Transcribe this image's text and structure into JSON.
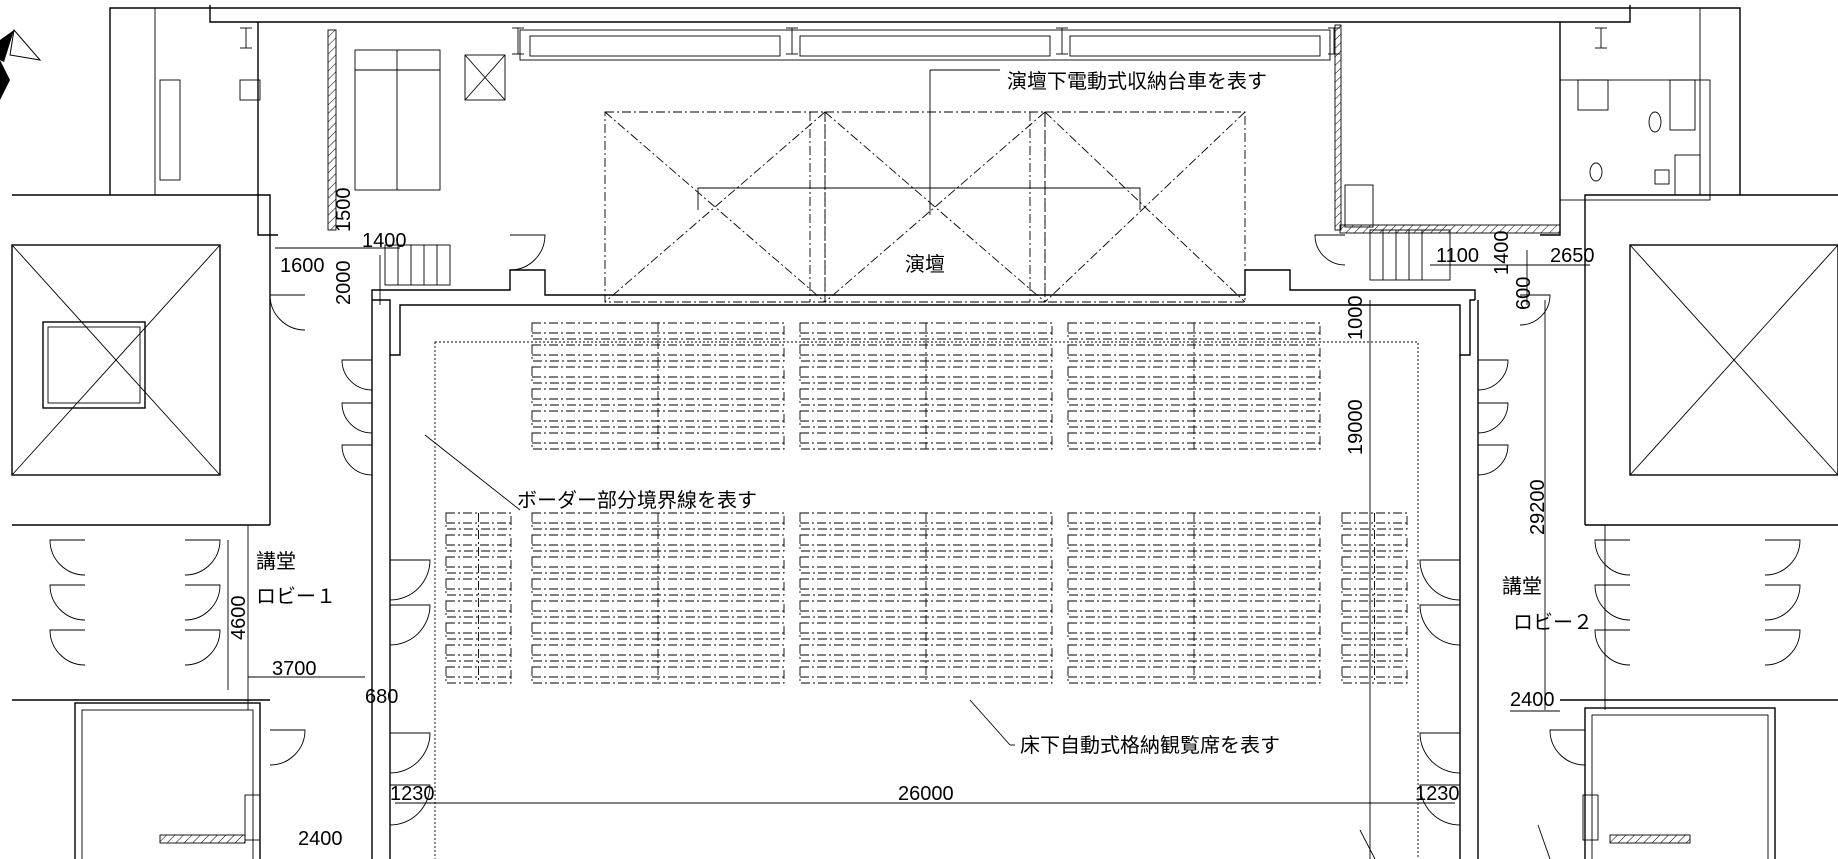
{
  "labels": {
    "stage": "演壇",
    "stage_cart_note": "演壇下電動式収納台車を表す",
    "border_note": "ボーダー部分境界線を表す",
    "seating_note": "床下自動式格納観覧席を表す",
    "lobby1_title": "講堂",
    "lobby1_name": "ロビー１",
    "lobby2_title": "講堂",
    "lobby2_name": "ロビー２"
  },
  "dimensions": {
    "d1600": "1600",
    "d1400_left": "1400",
    "d1500": "1500",
    "d2000": "2000",
    "d1100": "1100",
    "d1400_right": "1400",
    "d2650": "2650",
    "d600": "600",
    "d1000": "1000",
    "d19000": "19000",
    "d29200": "29200",
    "d4600": "4600",
    "d3700": "3700",
    "d680": "680",
    "d2400_right": "2400",
    "d1230_left": "1230",
    "d26000": "26000",
    "d1230_right": "1230",
    "d2400_left": "2400"
  },
  "icons": {
    "north_arrow": "north-arrow-icon",
    "elevator": "elevator-cross-icon",
    "door": "door-swing-icon"
  }
}
